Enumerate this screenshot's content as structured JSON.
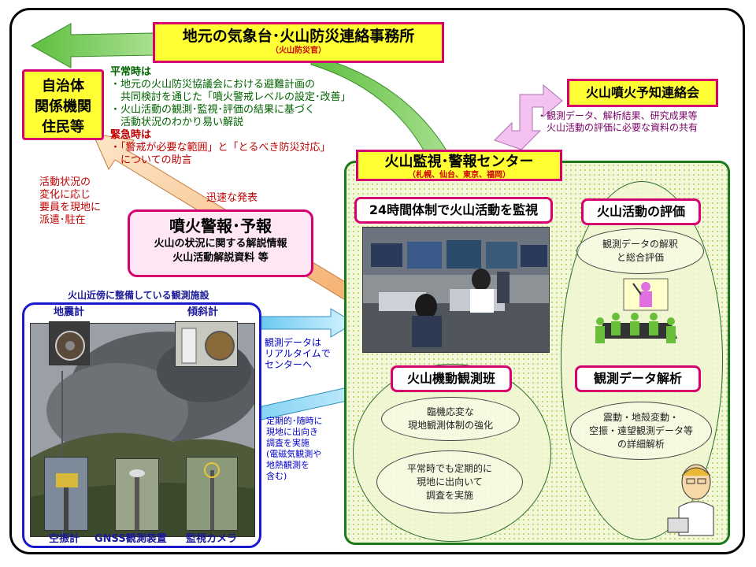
{
  "jma_office": {
    "title": "地元の気象台･火山防災連絡事務所",
    "sub": "（火山防災官）"
  },
  "local_gov": {
    "lines": [
      "自治体",
      "関係機関",
      "住民等"
    ]
  },
  "peacetime": {
    "heading": "平常時は",
    "items": [
      "・地元の火山防災協議会における避難計画の",
      "　共同検討を通じた「噴火警戒レベルの設定･改善」",
      "・火山活動の観測･監視･評価の結果に基づく",
      "　活動状況のわかり易い解説"
    ]
  },
  "emergency": {
    "heading": "緊急時は",
    "items": [
      "・「警戒が必要な範囲」と「とるべき防災対応」",
      "　についての助言"
    ]
  },
  "dispatch_note": [
    "活動状況の",
    "変化に応じ",
    "要員を現地に",
    "派遣･駐在"
  ],
  "rapid_issue": "迅速な発表",
  "warning_box": {
    "title": "噴火警報･予報",
    "lines": [
      "火山の状況に関する解説情報",
      "火山活動解説資料 等"
    ]
  },
  "liaison": {
    "title": "火山噴火予知連絡会",
    "notes": [
      "・観測データ、解析結果、研究成果等",
      "　火山活動の評価に必要な資料の共有"
    ]
  },
  "center": {
    "title": "火山監視･警報センター",
    "sub": "（札幌、仙台、東京、福岡）"
  },
  "monitor_box": "24時間体制で火山活動を監視",
  "evaluation": {
    "title": "火山活動の評価",
    "ellipse": [
      "観測データの解釈",
      "と総合評価"
    ]
  },
  "mobile_team": {
    "title": "火山機動観測班",
    "ellipse1": [
      "臨機応変な",
      "現地観測体制の強化"
    ],
    "ellipse2": [
      "平常時でも定期的に",
      "現地に出向いて",
      "調査を実施"
    ]
  },
  "analysis": {
    "title": "観測データ解析",
    "ellipse": [
      "震動・地殻変動・",
      "空振・遠望観測データ等",
      "の詳細解析"
    ]
  },
  "facility": {
    "title": "火山近傍に整備している観測施設",
    "labels": {
      "seismometer": "地震計",
      "tiltmeter": "傾斜計",
      "infrasound": "空振計",
      "gnss": "GNSS観測装置",
      "camera": "監視カメラ"
    }
  },
  "realtime_note": [
    "観測データは",
    "リアルタイムで",
    "センターへ"
  ],
  "field_note": [
    "定期的･随時に",
    "現地に出向き",
    "調査を実施",
    "(電磁気観測や",
    " 地熱観測を",
    " 含む)"
  ],
  "colors": {
    "yellow": "#ffff33",
    "magenta": "#d6006e",
    "green_border": "#1a7a1a",
    "blue_border": "#1a1acc",
    "green_text": "#006400",
    "red_text": "#c00000"
  }
}
